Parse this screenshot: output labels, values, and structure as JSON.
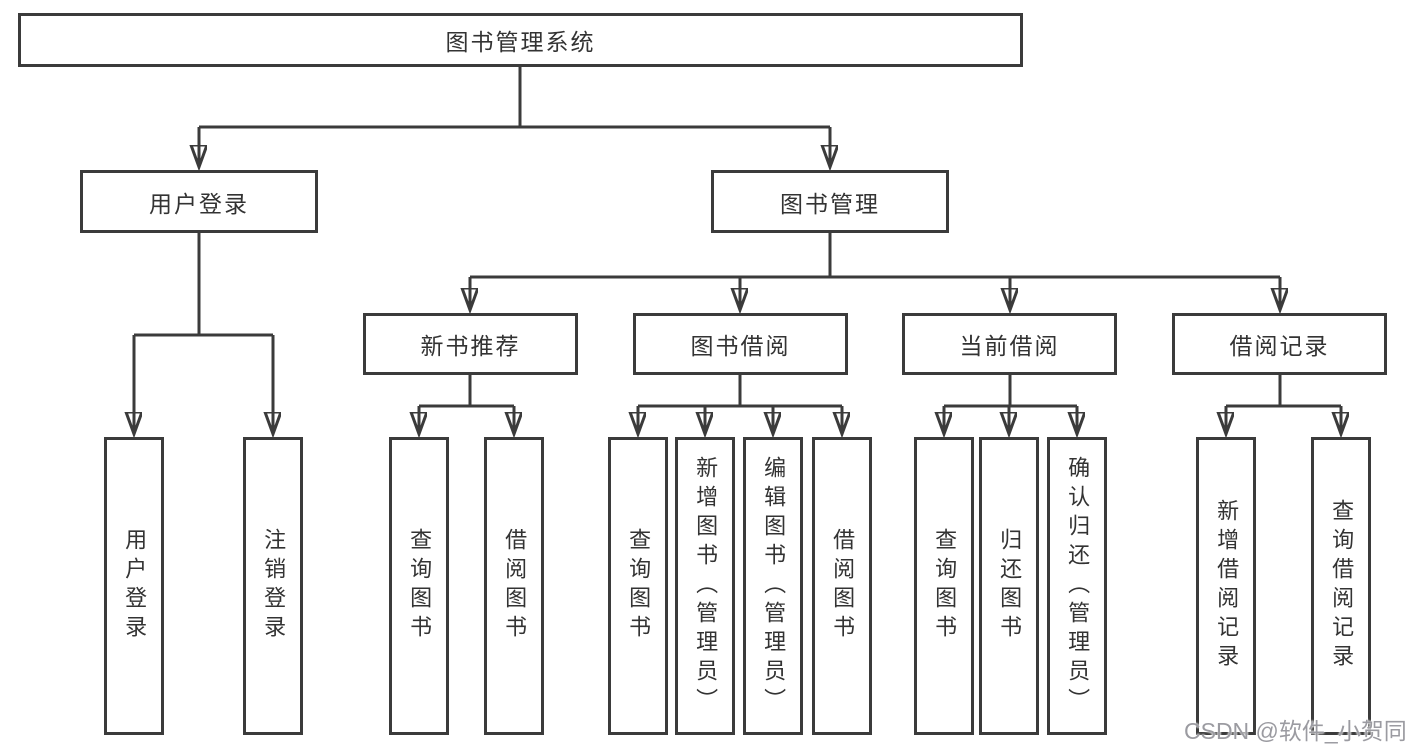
{
  "diagram": {
    "root": {
      "label": "图书管理系统"
    },
    "branches": [
      {
        "label": "用户登录"
      },
      {
        "label": "图书管理"
      }
    ],
    "modules": [
      {
        "label": "新书推荐"
      },
      {
        "label": "图书借阅"
      },
      {
        "label": "当前借阅"
      },
      {
        "label": "借阅记录"
      }
    ],
    "leaves": [
      {
        "label": "用户登录"
      },
      {
        "label": "注销登录"
      },
      {
        "label": "查询图书"
      },
      {
        "label": "借阅图书"
      },
      {
        "label": "查询图书"
      },
      {
        "label": "新增图书（管理员）"
      },
      {
        "label": "编辑图书（管理员）"
      },
      {
        "label": "借阅图书"
      },
      {
        "label": "查询图书"
      },
      {
        "label": "归还图书"
      },
      {
        "label": "确认归还（管理员）"
      },
      {
        "label": "新增借阅记录"
      },
      {
        "label": "查询借阅记录"
      }
    ]
  },
  "watermark": {
    "text": "CSDN @软件_小贺同学"
  },
  "colors": {
    "line": "#3b3b3b",
    "box_border": "#3b3b3b",
    "text": "#333333",
    "watermark": "#9b9ba1",
    "background": "#ffffff"
  }
}
